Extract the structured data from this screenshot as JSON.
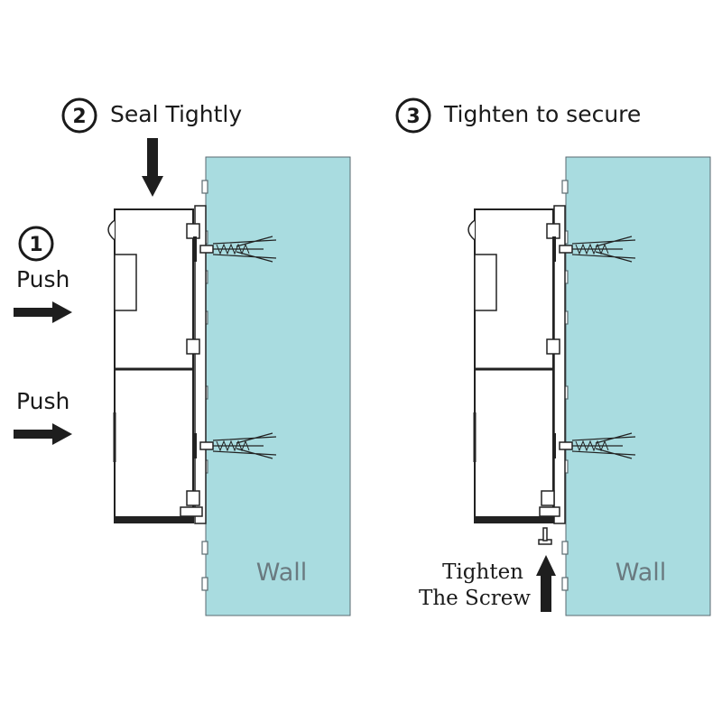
{
  "steps": {
    "step1": {
      "number": "1",
      "push_top": "Push",
      "push_bottom": "Push"
    },
    "step2": {
      "number": "2",
      "label": "Seal Tightly"
    },
    "step3": {
      "number": "3",
      "label": "Tighten to secure"
    }
  },
  "wall_labels": {
    "left": "Wall",
    "right": "Wall"
  },
  "screw_note": {
    "line1": "Tighten",
    "line2": "The Screw"
  },
  "colors": {
    "wall": "#a9dce0",
    "outline": "#222222",
    "arrow": "#1e1e1e"
  }
}
